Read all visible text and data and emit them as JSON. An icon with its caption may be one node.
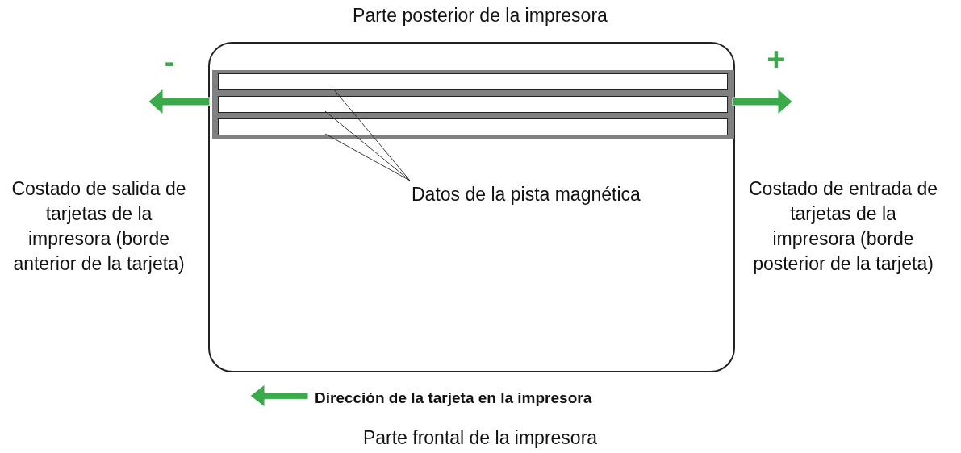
{
  "diagram": {
    "nodes": [
      {
        "text": [],
        "shape": "box"
      },
      {
        "text": [],
        "shape": "band",
        "in": 0
      },
      {
        "text": [],
        "shape": "bar",
        "in": 1
      },
      {
        "text": [],
        "shape": "bar",
        "in": 1
      },
      {
        "text": [],
        "shape": "bar",
        "in": 1
      },
      {
        "text": [
          "Datos de la pista magnética"
        ],
        "in": 0
      }
    ],
    "edges": [
      {
        "from": 5,
        "to": 2,
        "arrow": "none"
      },
      {
        "from": 5,
        "to": 3,
        "arrow": "none"
      },
      {
        "from": 5,
        "to": 4,
        "arrow": "none"
      }
    ],
    "labels": [
      "Parte posterior de la impresora",
      "-",
      "+",
      "Costado de salida de tarjetas de la impresora (borde anterior de la tarjeta)",
      "Costado de entrada de tarjetas de la impresora (borde posterior de la tarjeta)",
      "Dirección de la tarjeta en la impresora",
      "Parte frontal de la impresora"
    ]
  }
}
